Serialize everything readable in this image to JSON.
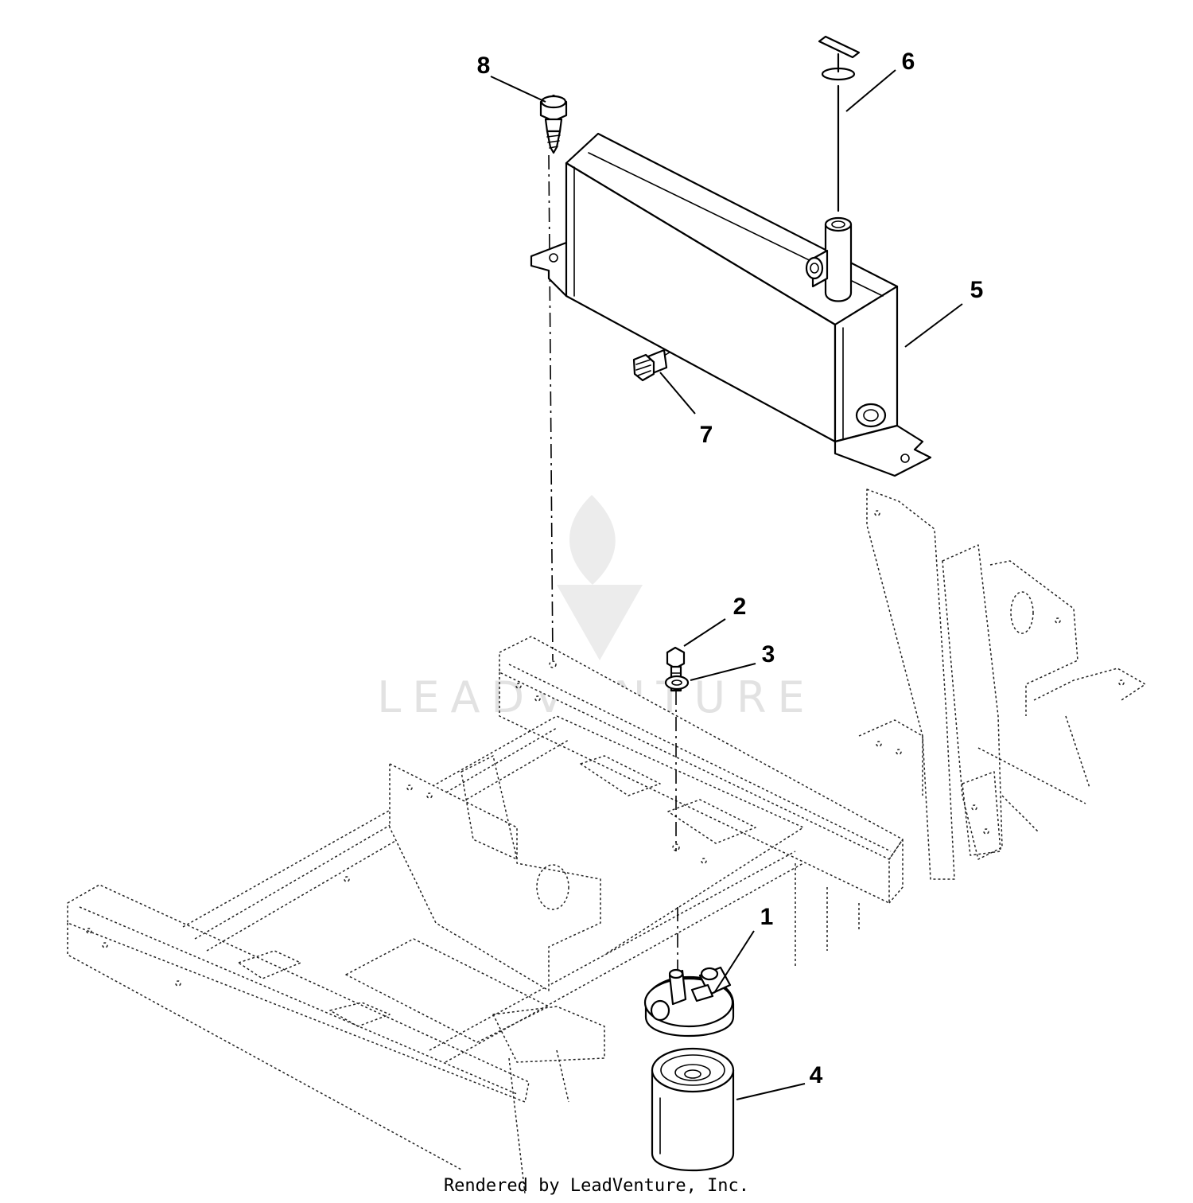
{
  "callouts": [
    {
      "id": "1",
      "label": "1"
    },
    {
      "id": "2",
      "label": "2"
    },
    {
      "id": "3",
      "label": "3"
    },
    {
      "id": "4",
      "label": "4"
    },
    {
      "id": "5",
      "label": "5"
    },
    {
      "id": "6",
      "label": "6"
    },
    {
      "id": "7",
      "label": "7"
    },
    {
      "id": "8",
      "label": "8"
    }
  ],
  "watermark": {
    "text": "LEADVENTURE",
    "icon": "flame-v-logo-icon"
  },
  "footer": {
    "credit": "Rendered by LeadVenture, Inc."
  },
  "colors": {
    "line": "#000000",
    "watermark": "#e2e2e2",
    "background": "#ffffff"
  }
}
